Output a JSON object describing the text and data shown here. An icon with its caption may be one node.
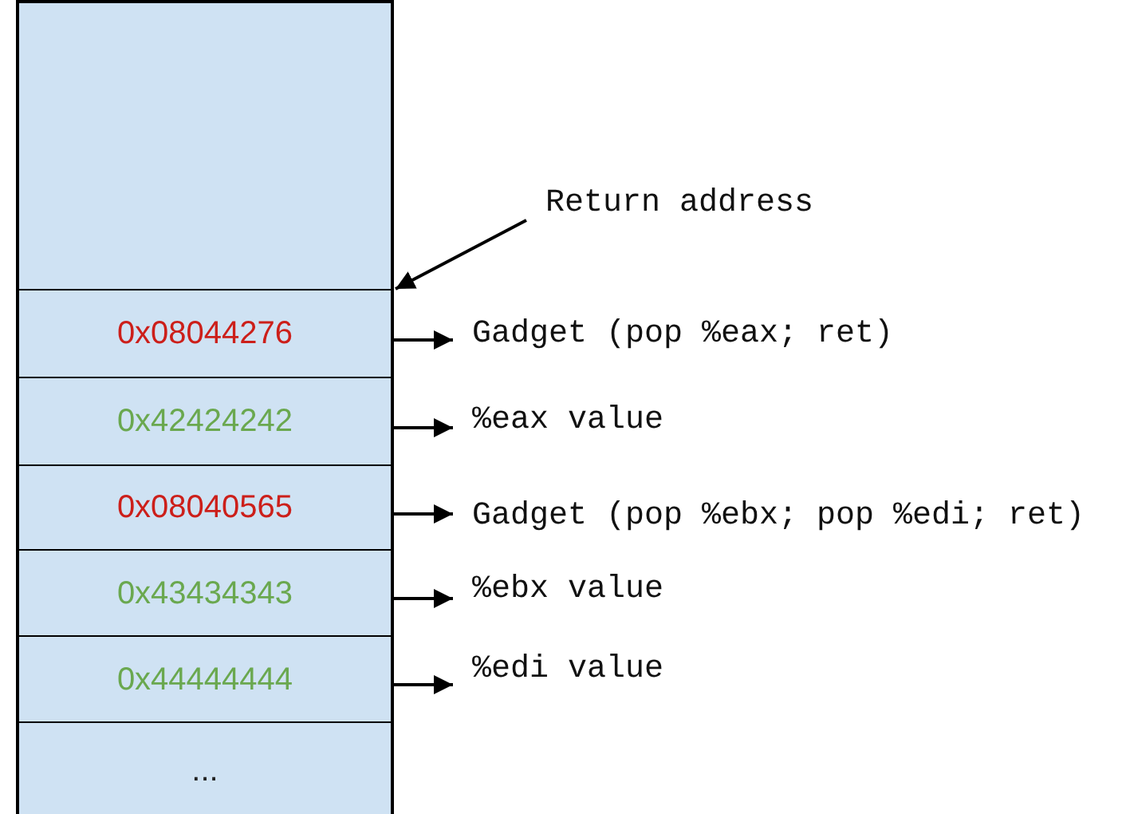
{
  "diagram": {
    "nodes": [
      {
        "text": [],
        "shape": "box"
      },
      {
        "text": [
          "Return address"
        ]
      },
      {
        "text": [
          "0x08044276"
        ]
      },
      {
        "text": [
          "Gadget (pop %eax; ret)"
        ]
      },
      {
        "text": [
          "0x42424242"
        ]
      },
      {
        "text": [
          "%eax value"
        ]
      },
      {
        "text": [
          "0x08040565"
        ]
      },
      {
        "text": [
          "Gadget (pop %ebx; pop %edi; ret)"
        ]
      },
      {
        "text": [
          "0x43434343"
        ]
      },
      {
        "text": [
          "%ebx value"
        ]
      },
      {
        "text": [
          "0x44444444"
        ]
      },
      {
        "text": [
          "%edi value"
        ]
      },
      {
        "text": [
          "..."
        ]
      }
    ],
    "edges": [
      {
        "from": 1,
        "to": 2,
        "arrow": "to"
      },
      {
        "from": 2,
        "to": 3,
        "arrow": "to"
      },
      {
        "from": 4,
        "to": 5,
        "arrow": "to"
      },
      {
        "from": 6,
        "to": 7,
        "arrow": "to"
      },
      {
        "from": 8,
        "to": 9,
        "arrow": "to"
      },
      {
        "from": 10,
        "to": 11,
        "arrow": "to"
      }
    ]
  }
}
